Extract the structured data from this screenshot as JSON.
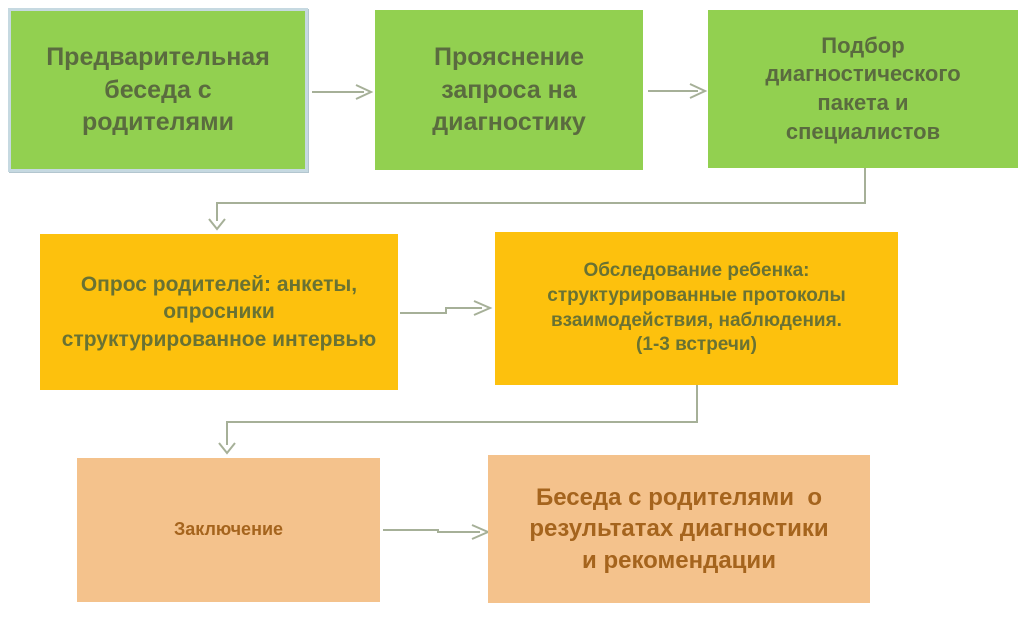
{
  "diagram": {
    "type": "flowchart",
    "background_color": "#ffffff",
    "connector_color": "#a6b098",
    "colors": {
      "stage1_fill": "#92d050",
      "stage1_text": "#5a6b3f",
      "stage1_selected_border": "#c6d9e1",
      "stage2_fill": "#fdc10d",
      "stage2_text": "#697233",
      "stage3_fill": "#f4c28c",
      "stage3_text": "#a5641d"
    },
    "nodes": [
      {
        "id": "step-1",
        "row": 1,
        "label": "Предварительная\nбеседа с\nродителями",
        "fill": "#92d050"
      },
      {
        "id": "step-2",
        "row": 1,
        "label": "Прояснение\nзапроса на\nдиагностику",
        "fill": "#92d050"
      },
      {
        "id": "step-3",
        "row": 1,
        "label": "Подбор\nдиагностического\nпакета и\nспециалистов",
        "fill": "#92d050"
      },
      {
        "id": "step-4",
        "row": 2,
        "label": "Опрос родителей: анкеты,\nопросники\nструктурированное интервью",
        "fill": "#fdc10d"
      },
      {
        "id": "step-5",
        "row": 2,
        "label": "Обследование ребенка:\nструктурированные протоколы\nвзаимодействия, наблюдения.\n(1-3 встречи)",
        "fill": "#fdc10d"
      },
      {
        "id": "step-6",
        "row": 3,
        "label": "Заключение",
        "fill": "#f4c28c"
      },
      {
        "id": "step-7",
        "row": 3,
        "label": "Беседа с родителями  о\nрезультатах диагностики\nи рекомендации",
        "fill": "#f4c28c"
      }
    ],
    "connections": [
      {
        "from": "step-1",
        "to": "step-2",
        "style": "straight-arrow"
      },
      {
        "from": "step-2",
        "to": "step-3",
        "style": "straight-arrow"
      },
      {
        "from": "step-3",
        "to": "step-4",
        "style": "elbow-arrow-down"
      },
      {
        "from": "step-4",
        "to": "step-5",
        "style": "jogged-arrow"
      },
      {
        "from": "step-5",
        "to": "step-6",
        "style": "elbow-arrow-down"
      },
      {
        "from": "step-6",
        "to": "step-7",
        "style": "jogged-arrow"
      }
    ]
  }
}
